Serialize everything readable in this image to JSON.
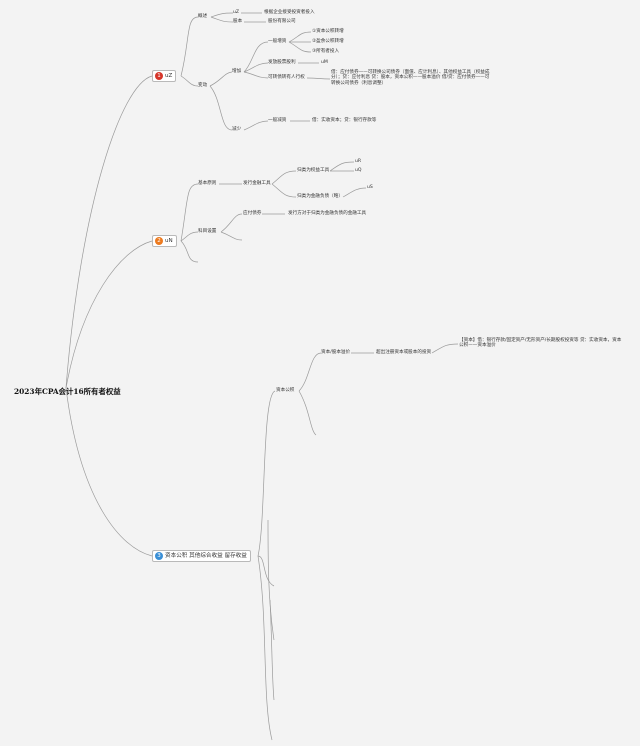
{
  "root": "2023年CPA会计16所有者权益",
  "colors": {
    "badge1": "#d6362b",
    "badge2": "#ec7a1f",
    "badge3": "#3a8fd6",
    "line": "#9a9a9a"
  },
  "topics": [
    {
      "num": "1",
      "label": "uZ"
    },
    {
      "num": "2",
      "label": "uN"
    },
    {
      "num": "3",
      "label": "资本公积 其他综合收益 留存收益"
    }
  ],
  "t1": {
    "overview": "概述",
    "overview_items": [
      "uZ",
      "股本"
    ],
    "overview_details": [
      "根据企业接受投资者投入",
      "股份有限公司"
    ],
    "change": "变动",
    "increase": "增加",
    "general_case": "一般增资",
    "general_items": [
      "①资本公积转增",
      "②盈余公积转增",
      "③所有者投入"
    ],
    "dividend": "发放股票股利",
    "dividend_value": "uM",
    "convertible": "可转债转有人行权",
    "convertible_detail": "借：应付债券——可转换公司债券（面值、应计利息）、其他权益工具（权益成分）；贷：应付利息 贷：股本，资本公积——股本溢价 借/贷：应付债券——可转换公司债券（利息调整）",
    "decrease": "减少",
    "general_decrease": "一般减资",
    "decrease_detail": "借：实收资本；贷：银行存款等"
  },
  "t2": {
    "basic": "基本原则",
    "issuer": "发行金融工具",
    "equity_class": "归类为权益工具",
    "equity_codes": [
      "uR",
      "uQ"
    ],
    "liability_class": "归类为金融负债（略）",
    "liability_code": "uS",
    "account": "科目设置",
    "bonds_payable": "应付债券",
    "bonds_detail": "发行方对于归类为金融负债的金融工具"
  },
  "t3": {
    "capital_reserve": "资本公积",
    "premium": "资本/股本溢价",
    "excess": "超出注册资本或股本的投资",
    "premium_detail": "【资本】借：银行存款/固定资产/无形资产/长期股权投资等 贷：实收资本，资本公积——资本溢价"
  }
}
